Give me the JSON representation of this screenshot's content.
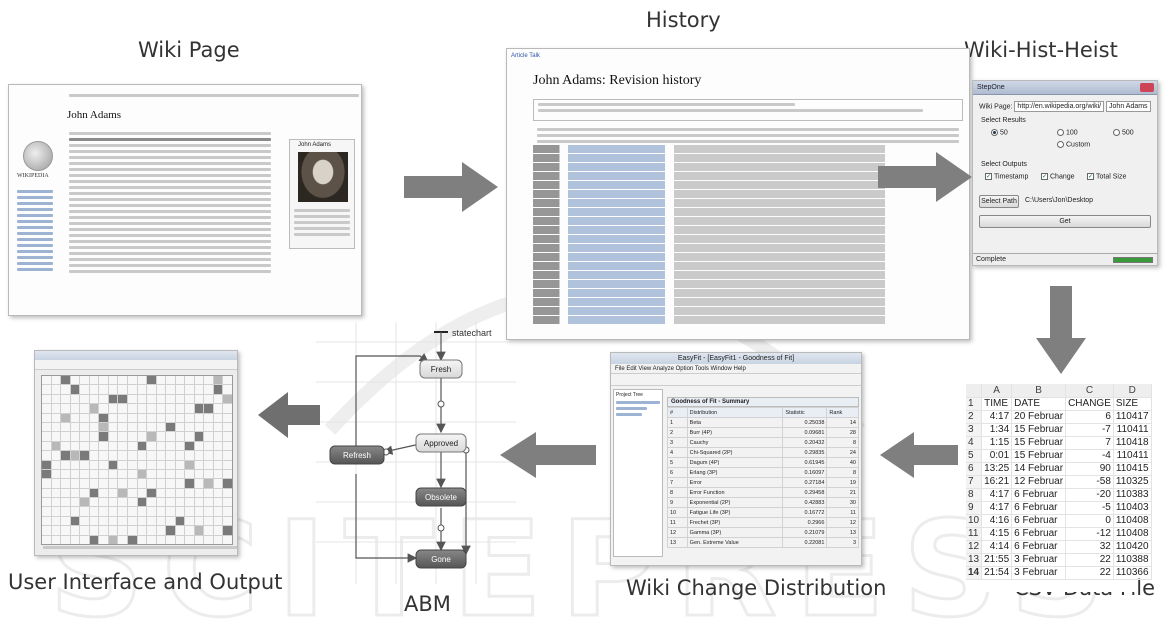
{
  "stages": {
    "wiki_page": "Wiki Page",
    "history": "History",
    "hist_heist": "Wiki-Hist-Heist",
    "user_interface": "User Interface and Output",
    "abm": "ABM",
    "change_distribution": "Wiki Change Distribution",
    "csv_file": "CSV Data File"
  },
  "watermark": "SCITEPRESS",
  "wiki_shot": {
    "title": "John Adams",
    "logo_text": "WIKIPEDIA"
  },
  "history_shot": {
    "tabs": "Article  Talk",
    "title": "John Adams: Revision history"
  },
  "heist_shot": {
    "window_title": "StepOne",
    "wiki_page_label": "Wiki Page:",
    "wiki_page_url": "http://en.wikipedia.org/wiki/",
    "wiki_page_name": "John Adams",
    "select_results": "Select Results",
    "radio_50": "50",
    "radio_100": "100",
    "radio_500": "500",
    "radio_custom": "Custom",
    "select_outputs": "Select Outputs",
    "out_timestamp": "Timestamp",
    "out_change": "Change",
    "out_total": "Total Size",
    "select_path": "Select Path",
    "path_value": "C:\\Users\\Jon\\Desktop",
    "get": "Get",
    "status": "Complete"
  },
  "abm": {
    "statechart": "statechart",
    "fresh": "Fresh",
    "approved": "Approved",
    "refresh": "Refresh",
    "obsolete": "Obsolete",
    "gone": "Gone"
  },
  "easyfit": {
    "title": "EasyFit - [EasyFit1 - Goodness of Fit]",
    "menu": "File  Edit  View  Analyze  Option  Tools  Window  Help",
    "tree_root": "Project Tree",
    "panel_title": "Goodness of Fit - Summary",
    "columns": [
      "#",
      "Distribution",
      "Statistic",
      "Rank"
    ],
    "rows": [
      [
        "1",
        "Beta",
        "0.25038",
        "14"
      ],
      [
        "2",
        "Burr (4P)",
        "0.09681",
        "28"
      ],
      [
        "3",
        "Cauchy",
        "0.20432",
        "8"
      ],
      [
        "4",
        "Chi-Squared (2P)",
        "0.29835",
        "24"
      ],
      [
        "5",
        "Dagum (4P)",
        "0.61945",
        "40"
      ],
      [
        "6",
        "Erlang (3P)",
        "0.16097",
        "8"
      ],
      [
        "7",
        "Error",
        "0.27184",
        "19"
      ],
      [
        "8",
        "Error Function",
        "0.29458",
        "21"
      ],
      [
        "9",
        "Exponential (2P)",
        "0.42883",
        "30"
      ],
      [
        "10",
        "Fatigue Life (3P)",
        "0.16772",
        "11"
      ],
      [
        "11",
        "Frechet (3P)",
        "0.2966",
        "12"
      ],
      [
        "12",
        "Gamma (3P)",
        "0.21079",
        "13"
      ],
      [
        "13",
        "Gen. Extreme Value",
        "0.22081",
        "3"
      ]
    ]
  },
  "csv": {
    "columns": [
      "A",
      "B",
      "C",
      "D"
    ],
    "header": [
      "TIME",
      "DATE",
      "CHANGE",
      "SIZE"
    ],
    "rows": [
      [
        "2",
        "4:17",
        "20 Februar",
        "6",
        "110417"
      ],
      [
        "3",
        "1:34",
        "15 Februar",
        "-7",
        "110411"
      ],
      [
        "4",
        "1:15",
        "15 Februar",
        "7",
        "110418"
      ],
      [
        "5",
        "0:01",
        "15 Februar",
        "-4",
        "110411"
      ],
      [
        "6",
        "13:25",
        "14 Februar",
        "90",
        "110415"
      ],
      [
        "7",
        "16:21",
        "12 Februar",
        "-58",
        "110325"
      ],
      [
        "8",
        "4:17",
        "6 Februar",
        "-20",
        "110383"
      ],
      [
        "9",
        "4:17",
        "6 Februar",
        "-5",
        "110403"
      ],
      [
        "10",
        "4:16",
        "6 Februar",
        "0",
        "110408"
      ],
      [
        "11",
        "4:15",
        "6 Februar",
        "-12",
        "110408"
      ],
      [
        "12",
        "4:14",
        "6 Februar",
        "32",
        "110420"
      ],
      [
        "13",
        "21:55",
        "3 Februar",
        "22",
        "110388"
      ],
      [
        "14",
        "21:54",
        "3 Februar",
        "22",
        "110366"
      ]
    ]
  },
  "colors": {
    "arrow": "#7f7f7f",
    "arrow_dark": "#6f6f6f",
    "state_light": "#e6e6e6",
    "state_dark": "#6c6c6c"
  }
}
